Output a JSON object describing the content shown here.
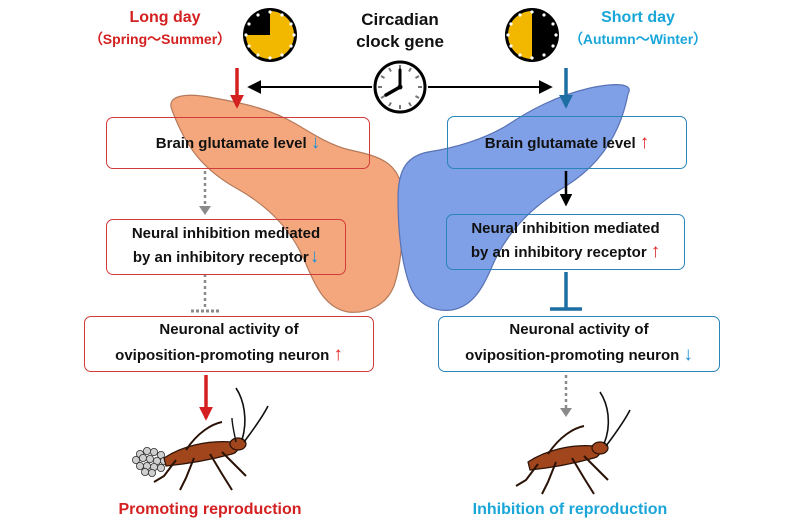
{
  "colors": {
    "long_day": "#d42020",
    "short_day": "#1aa6d8",
    "box_border_left": "#d23b3b",
    "box_border_right": "#2a84b8",
    "brain_left": "#f4a77c",
    "brain_right": "#7f9fe6",
    "clock_face": "#f2b800",
    "up_arrow": "#e02020",
    "down_arrow": "#1e90d6"
  },
  "header": {
    "left_title": "Long day",
    "left_subtitle": "（Spring～Summer）",
    "center_title_line1": "Circadian",
    "center_title_line2": "clock gene",
    "right_title": "Short day",
    "right_subtitle": "（Autumn～Winter）"
  },
  "left": {
    "glutamate": {
      "text": "Brain glutamate level",
      "arrow": "↓"
    },
    "inhibition": {
      "line1": "Neural inhibition mediated",
      "line2": "by an inhibitory receptor",
      "arrow": "↓"
    },
    "activity": {
      "line1": "Neuronal activity of",
      "line2": "oviposition-promoting neuron",
      "arrow": "↑"
    },
    "outcome": "Promoting reproduction"
  },
  "right": {
    "glutamate": {
      "text": "Brain glutamate level",
      "arrow": "↑"
    },
    "inhibition": {
      "line1": "Neural inhibition mediated",
      "line2": "by an inhibitory receptor",
      "arrow": "↑"
    },
    "activity": {
      "line1": "Neuronal activity of",
      "line2": "oviposition-promoting neuron",
      "arrow": "↓"
    },
    "outcome": "Inhibition of reproduction"
  }
}
